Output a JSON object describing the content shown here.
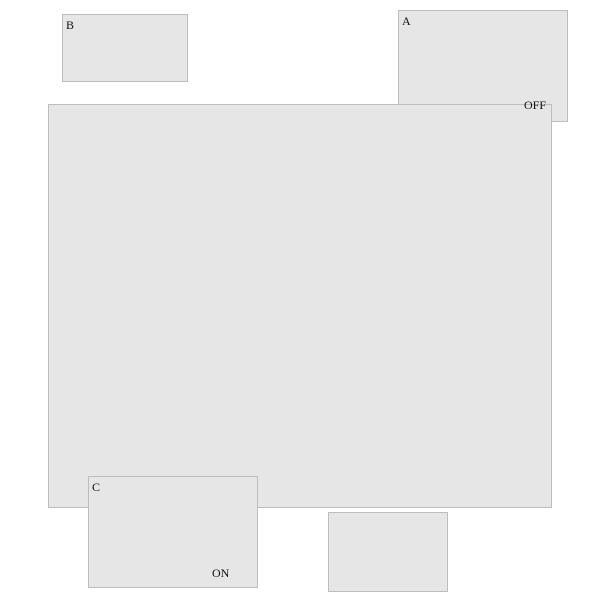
{
  "panels": {
    "a": {
      "tag": "A",
      "switch_state": "OFF"
    },
    "b": {
      "tag": "B"
    },
    "c": {
      "tag": "C",
      "switch_state": "ON"
    }
  }
}
